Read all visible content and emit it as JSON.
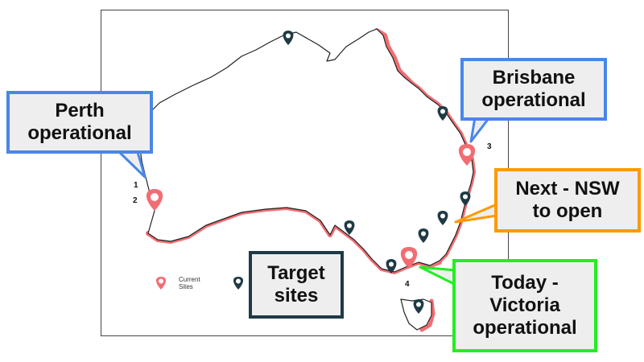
{
  "callouts": {
    "perth": "Perth operational",
    "brisbane": "Brisbane operational",
    "nsw": "Next - NSW to open",
    "victoria": "Today - Victoria operational",
    "target": "Target sites"
  },
  "site_numbers": [
    "1",
    "2",
    "3",
    "4"
  ],
  "legend": {
    "current_label": "Current Sites"
  },
  "colors": {
    "current_site": "#f26d72",
    "target_site": "#1f3a44",
    "coast_highlight": "#f26d72",
    "callout_blue": "#4a86e8",
    "callout_orange": "#ff9900",
    "callout_green": "#22ee22",
    "callout_dark": "#1f3a44"
  }
}
